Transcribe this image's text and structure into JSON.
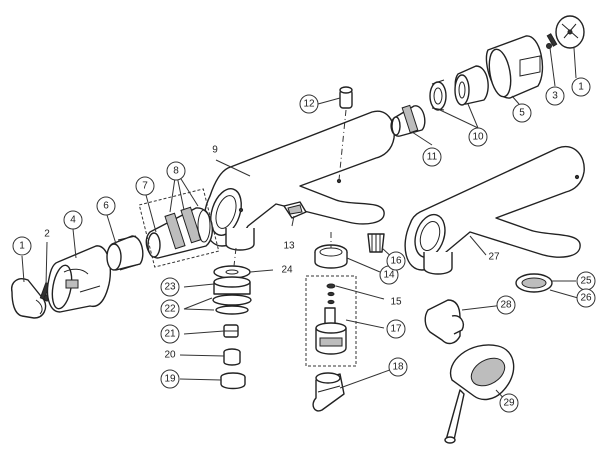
{
  "callouts": {
    "c1a": "1",
    "c1b": "1",
    "c2": "2",
    "c3": "3",
    "c4": "4",
    "c5": "5",
    "c6": "6",
    "c7": "7",
    "c8": "8",
    "c9": "9",
    "c10": "10",
    "c11": "11",
    "c12": "12",
    "c13": "13",
    "c14": "14",
    "c15": "15",
    "c16": "16",
    "c17": "17",
    "c18": "18",
    "c19": "19",
    "c20": "20",
    "c21": "21",
    "c22": "22",
    "c23": "23",
    "c24": "24",
    "c25": "25",
    "c26": "26",
    "c27": "27",
    "c28": "28",
    "c29": "29"
  }
}
